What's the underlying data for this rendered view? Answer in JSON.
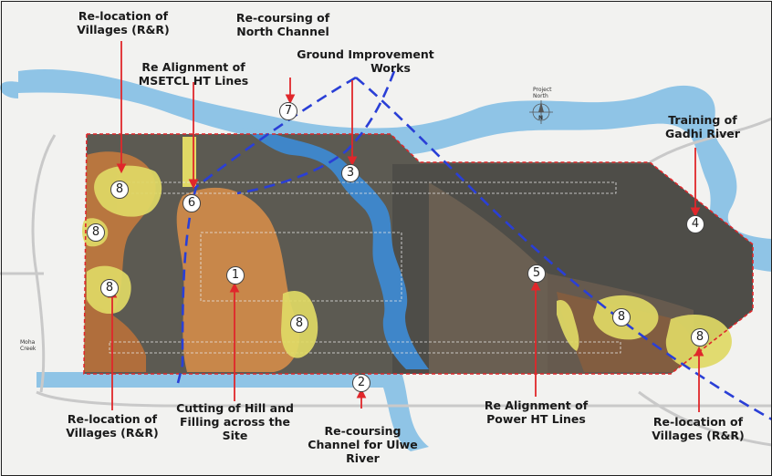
{
  "labels": {
    "rnr_top_left": [
      "Re-location of",
      "Villages (R&R)"
    ],
    "north_channel": [
      "Re-coursing of",
      "North Channel"
    ],
    "ground_improvement": [
      "Ground Improvement",
      "Works"
    ],
    "msetcl": [
      "Re Alignment of",
      "MSETCL HT Lines"
    ],
    "gadhi": [
      "Training of",
      "Gadhi River"
    ],
    "rnr_bottom_left": [
      "Re-location of",
      "Villages (R&R)"
    ],
    "hill_cutting": [
      "Cutting of Hill and",
      "Filling across the",
      "Site"
    ],
    "ulwe": [
      "Re-coursing",
      "Channel for Ulwe",
      "River"
    ],
    "power_ht": [
      "Re Alignment of",
      "Power HT Lines"
    ],
    "rnr_bottom_right": [
      "Re-location of",
      "Villages (R&R)"
    ]
  },
  "markers": [
    "1",
    "2",
    "3",
    "4",
    "5",
    "6",
    "7",
    "8",
    "8",
    "8",
    "8",
    "8",
    "8"
  ],
  "map_text": {
    "north_arrow": [
      "Project",
      "North"
    ],
    "north_letter": "N",
    "creek": [
      "Moha",
      "Creek"
    ]
  },
  "colors": {
    "water": "#8fc4e6",
    "site_dark": "#5c5a52",
    "hill": "#c8874a",
    "village": "#e0d965",
    "boundary": "#e0272b",
    "ht_line": "#2a3fd6",
    "arrow": "#e0272b"
  }
}
